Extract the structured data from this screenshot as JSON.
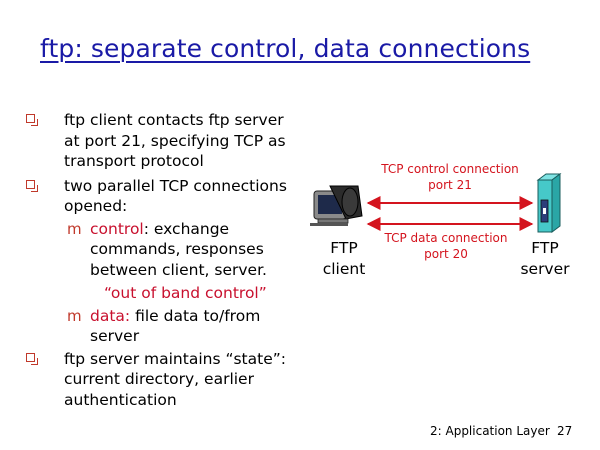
{
  "title": "ftp: separate control, data connections",
  "bullets": {
    "b1": [
      "ftp client contacts ftp server",
      "at port 21, specifying TCP as",
      "transport protocol"
    ],
    "b2": [
      "two parallel TCP connections",
      "opened:"
    ],
    "control_term": "control",
    "control_rest": ": exchange",
    "control_lines": [
      "commands, responses",
      "between client, server."
    ],
    "out_of_band": "“out of band control”",
    "data_term": "data:",
    "data_rest": " file data to/from",
    "data_line2": "server",
    "b3": [
      "ftp server maintains “state”:",
      "current directory, earlier",
      "authentication"
    ]
  },
  "diagram": {
    "client_label": [
      "FTP",
      "client"
    ],
    "server_label": [
      "FTP",
      "server"
    ],
    "control_conn": [
      "TCP control connection",
      "port 21"
    ],
    "data_conn": [
      "TCP data connection",
      "port 20"
    ]
  },
  "footer": {
    "chapter": "2: Application Layer",
    "page": "27"
  },
  "colors": {
    "title": "#1a1aa6",
    "accent_red": "#c8102e",
    "arrow": "#d4141e"
  }
}
